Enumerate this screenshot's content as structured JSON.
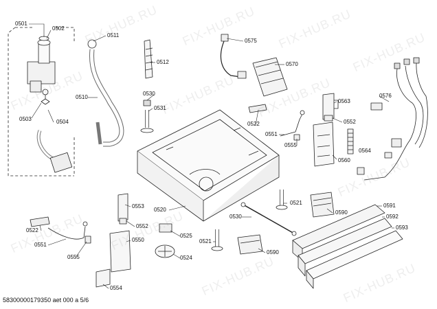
{
  "parts": [
    {
      "id": "p0501",
      "label": "0501"
    },
    {
      "id": "p0502",
      "label": "0502"
    },
    {
      "id": "p0503",
      "label": "0503"
    },
    {
      "id": "p0504",
      "label": "0504"
    },
    {
      "id": "p0510",
      "label": "0510"
    },
    {
      "id": "p0511",
      "label": "0511"
    },
    {
      "id": "p0512",
      "label": "0512"
    },
    {
      "id": "p0530a",
      "label": "0530"
    },
    {
      "id": "p0531",
      "label": "0531"
    },
    {
      "id": "p0575",
      "label": "0575"
    },
    {
      "id": "p0570",
      "label": "0570"
    },
    {
      "id": "p0576",
      "label": "0576"
    },
    {
      "id": "p0563",
      "label": "0563"
    },
    {
      "id": "p0522a",
      "label": "0522"
    },
    {
      "id": "p0552a",
      "label": "0552"
    },
    {
      "id": "p0551a",
      "label": "0551"
    },
    {
      "id": "p0555a",
      "label": "0555"
    },
    {
      "id": "p0564",
      "label": "0564"
    },
    {
      "id": "p0560",
      "label": "0560"
    },
    {
      "id": "p0520",
      "label": "0520"
    },
    {
      "id": "p0553",
      "label": "0553"
    },
    {
      "id": "p0552b",
      "label": "0552"
    },
    {
      "id": "p0550",
      "label": "0550"
    },
    {
      "id": "p0522b",
      "label": "0522"
    },
    {
      "id": "p0551b",
      "label": "0551"
    },
    {
      "id": "p0555b",
      "label": "0555"
    },
    {
      "id": "p0554",
      "label": "0554"
    },
    {
      "id": "p0525",
      "label": "0525"
    },
    {
      "id": "p0524",
      "label": "0524"
    },
    {
      "id": "p0521a",
      "label": "0521"
    },
    {
      "id": "p0521b",
      "label": "0521"
    },
    {
      "id": "p0530b",
      "label": "0530"
    },
    {
      "id": "p0590a",
      "label": "0590"
    },
    {
      "id": "p0590b",
      "label": "0590"
    },
    {
      "id": "p0591",
      "label": "0591"
    },
    {
      "id": "p0592",
      "label": "0592"
    },
    {
      "id": "p0593",
      "label": "0593"
    }
  ],
  "watermark": "FIX-HUB.RU",
  "footer": "58300000179350 aet 000 a 5/6"
}
